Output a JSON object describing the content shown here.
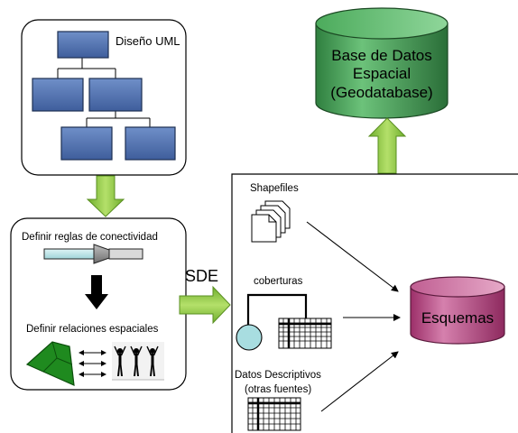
{
  "uml_box": {
    "title": "Diseño UML"
  },
  "rules_box": {
    "connectivity_label": "Definir reglas de conectividad",
    "spatial_label": "Definir relaciones espaciales"
  },
  "sde_label": "SDE",
  "geodatabase": {
    "line1": "Base de Datos",
    "line2": "Espacial",
    "line3": "(Geodatabase)"
  },
  "sources": {
    "shapefiles": "Shapefiles",
    "coberturas": "coberturas",
    "datos_line1": "Datos Descriptivos",
    "datos_line2": "(otras fuentes)"
  },
  "esquemas": "Esquemas",
  "colors": {
    "green_arrow": "#8dc63f",
    "cylinder_green": "#3f9e52",
    "cylinder_magenta": "#b84a83",
    "uml_box_fill": "#5a7ab5",
    "polygon_green": "#1f8a1f",
    "circle_fill": "#a8dde0"
  }
}
